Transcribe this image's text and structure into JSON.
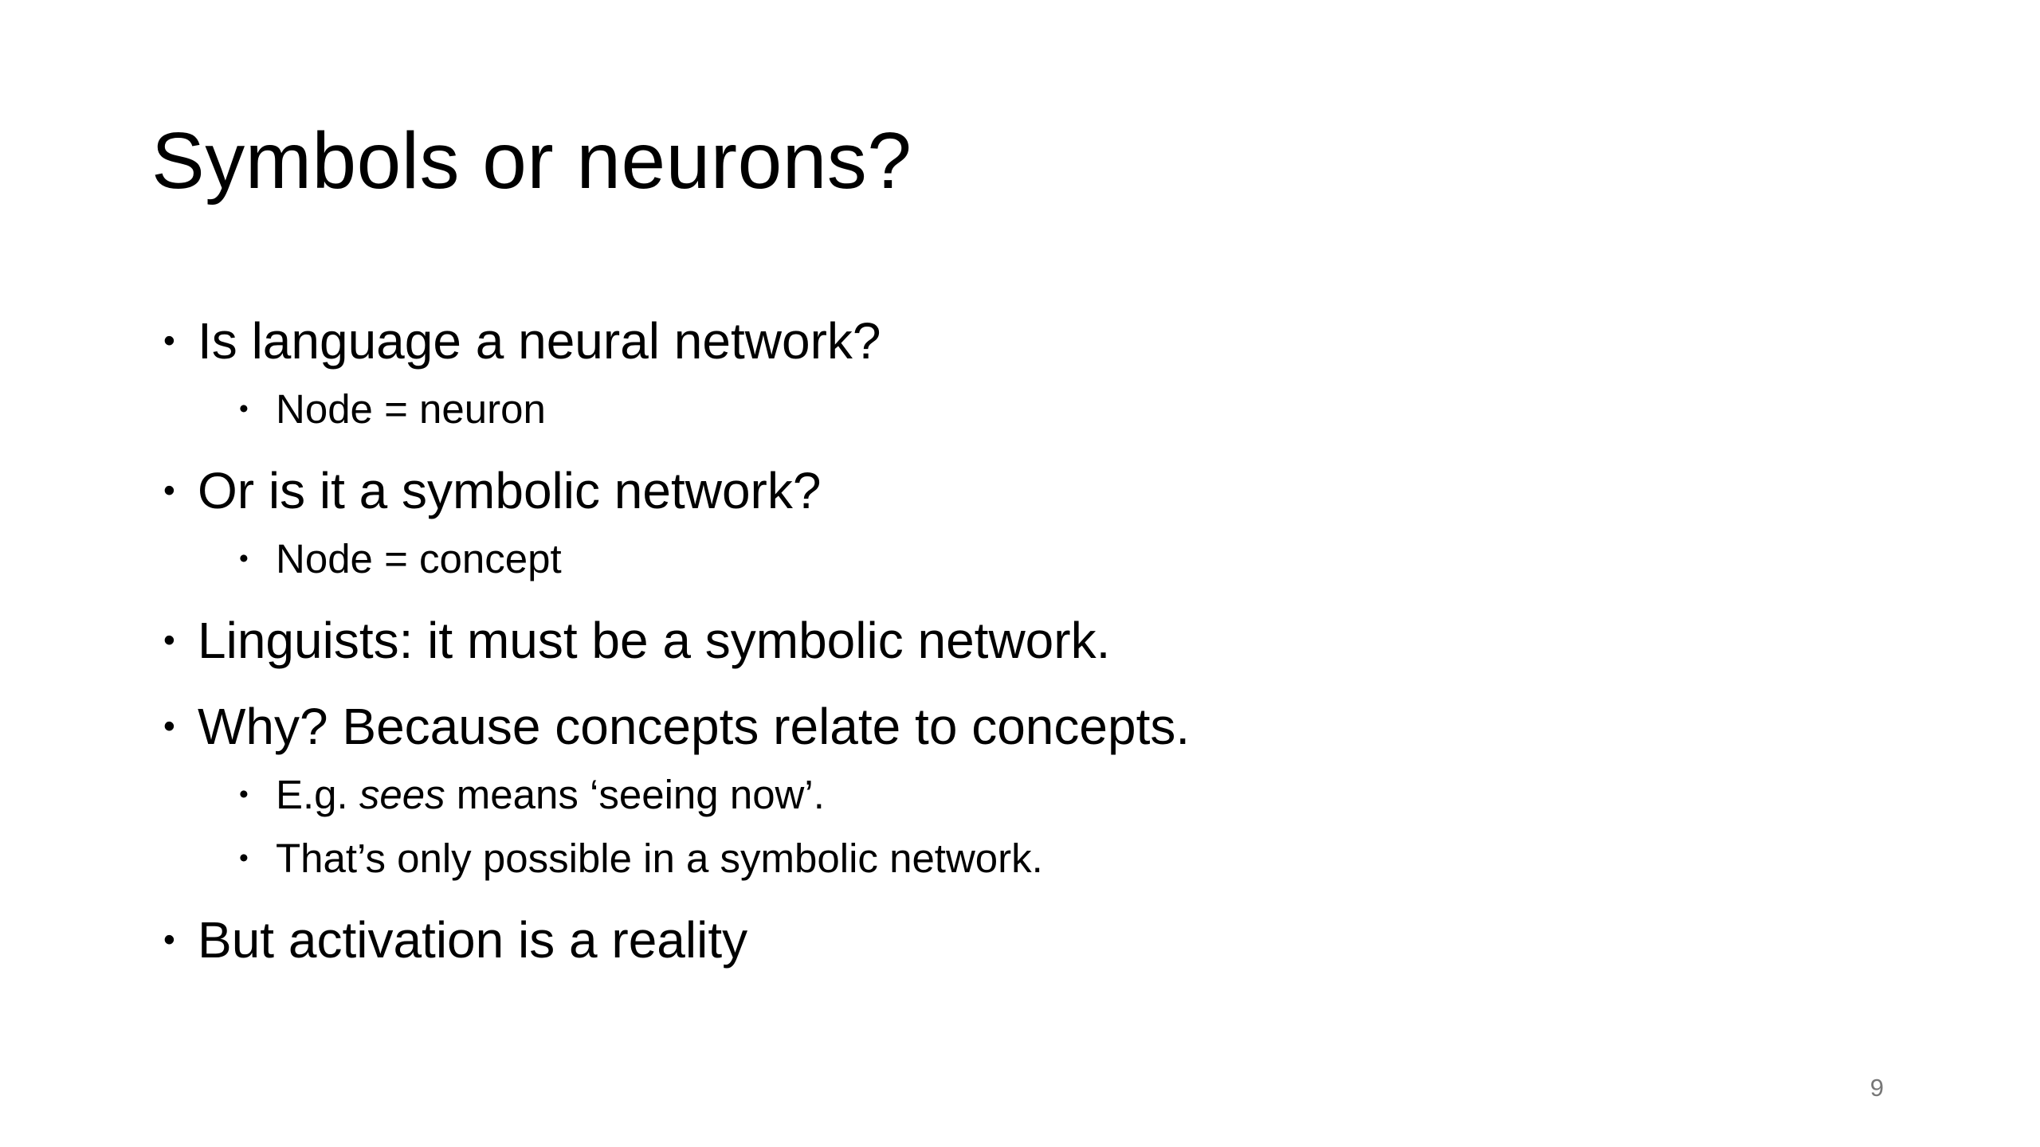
{
  "slide": {
    "title": "Symbols or neurons?",
    "page_number": "9",
    "bullet_char": "•",
    "colors": {
      "background": "#ffffff",
      "text": "#000000",
      "page_number": "#777777"
    },
    "bullets": [
      {
        "level": 1,
        "runs": [
          {
            "text": "Is language a neural network?"
          }
        ]
      },
      {
        "level": 2,
        "runs": [
          {
            "text": "Node = neuron"
          }
        ]
      },
      {
        "level": 1,
        "runs": [
          {
            "text": "Or is it a symbolic network?"
          }
        ]
      },
      {
        "level": 2,
        "runs": [
          {
            "text": "Node = concept"
          }
        ]
      },
      {
        "level": 1,
        "runs": [
          {
            "text": "Linguists: it must be a symbolic network."
          }
        ]
      },
      {
        "level": 1,
        "runs": [
          {
            "text": "Why? Because concepts relate to concepts."
          }
        ]
      },
      {
        "level": 2,
        "runs": [
          {
            "text": "E.g. "
          },
          {
            "text": "sees",
            "italic": true
          },
          {
            "text": " means ‘seeing now’."
          }
        ]
      },
      {
        "level": 2,
        "runs": [
          {
            "text": "That’s only possible in a symbolic network."
          }
        ]
      },
      {
        "level": 1,
        "runs": [
          {
            "text": "But activation is a reality"
          }
        ]
      }
    ]
  }
}
